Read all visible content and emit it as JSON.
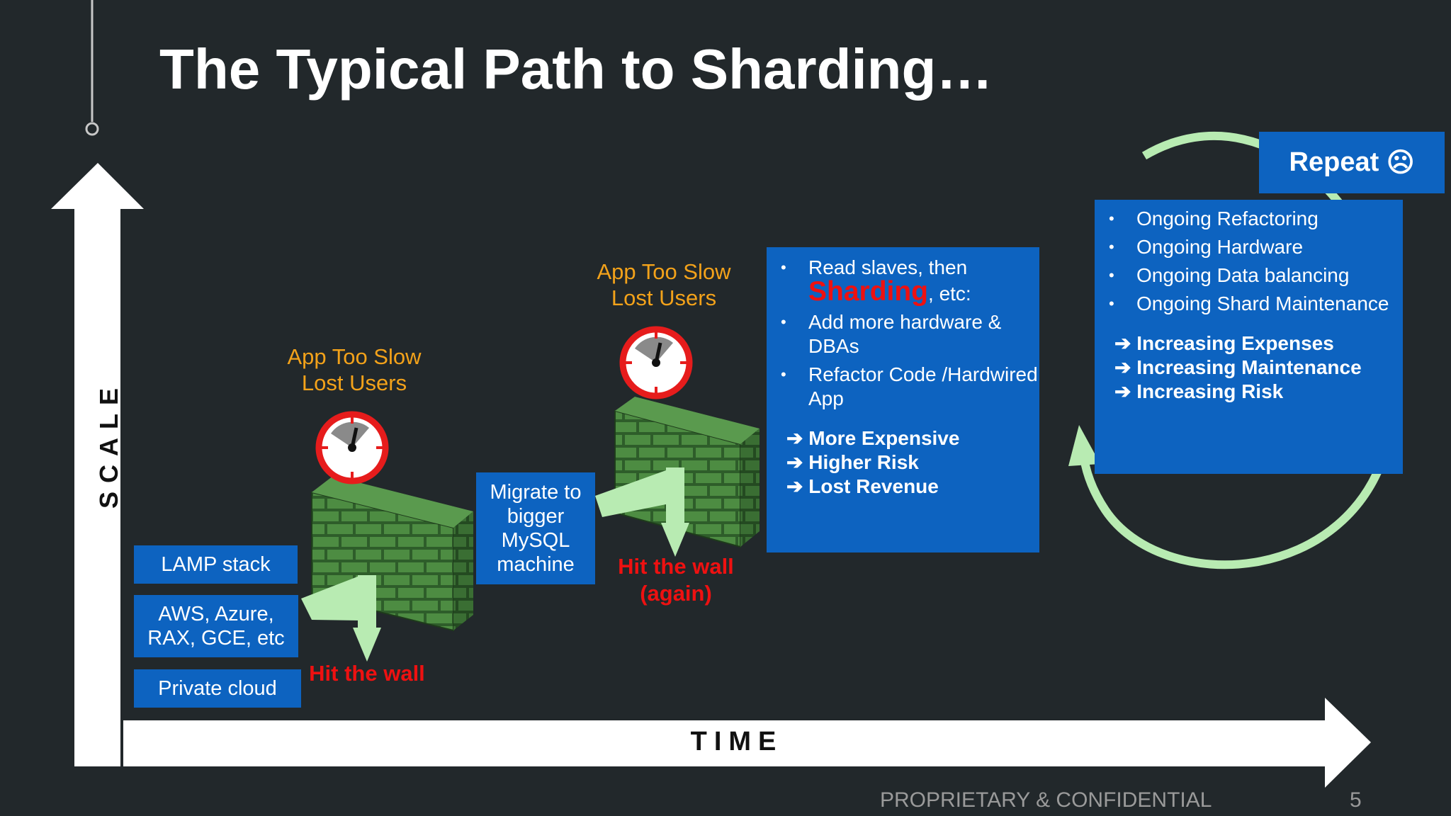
{
  "title": "The Typical Path to Sharding…",
  "axes": {
    "y_label": "SCALE",
    "x_label": "TIME"
  },
  "stage1": {
    "boxes": [
      "LAMP stack",
      "AWS, Azure, RAX, GCE, etc",
      "Private cloud"
    ],
    "warning": [
      "App Too Slow",
      "Lost Users"
    ],
    "hit": "Hit the wall"
  },
  "stage2": {
    "box": "Migrate to bigger MySQL machine",
    "warning": [
      "App Too Slow",
      "Lost Users"
    ],
    "hit": [
      "Hit the wall",
      "(again)"
    ]
  },
  "stage3": {
    "bullet1_pre": "Read slaves, then",
    "bullet1_highlight": "Sharding",
    "bullet1_post": ", etc:",
    "bullets": [
      "Add more hardware & DBAs",
      "Refactor Code /Hardwired App"
    ],
    "outcomes": [
      "More Expensive",
      "Higher Risk",
      "Lost Revenue"
    ]
  },
  "repeat": {
    "label": "Repeat",
    "emoji": "☹",
    "bullets": [
      "Ongoing Refactoring",
      "Ongoing Hardware",
      "Ongoing Data balancing",
      "Ongoing Shard Maintenance"
    ],
    "outcomes": [
      "Increasing Expenses",
      "Increasing Maintenance",
      "Increasing Risk"
    ]
  },
  "footer": {
    "text": "PROPRIETARY & CONFIDENTIAL",
    "page": "5"
  },
  "colors": {
    "background": "#22282b",
    "box_blue": "#0d63c0",
    "warning_orange": "#f3a21a",
    "alert_red": "#ee1111",
    "cycle_green": "#b8ebb2",
    "wall_green": "#3e7a35"
  }
}
